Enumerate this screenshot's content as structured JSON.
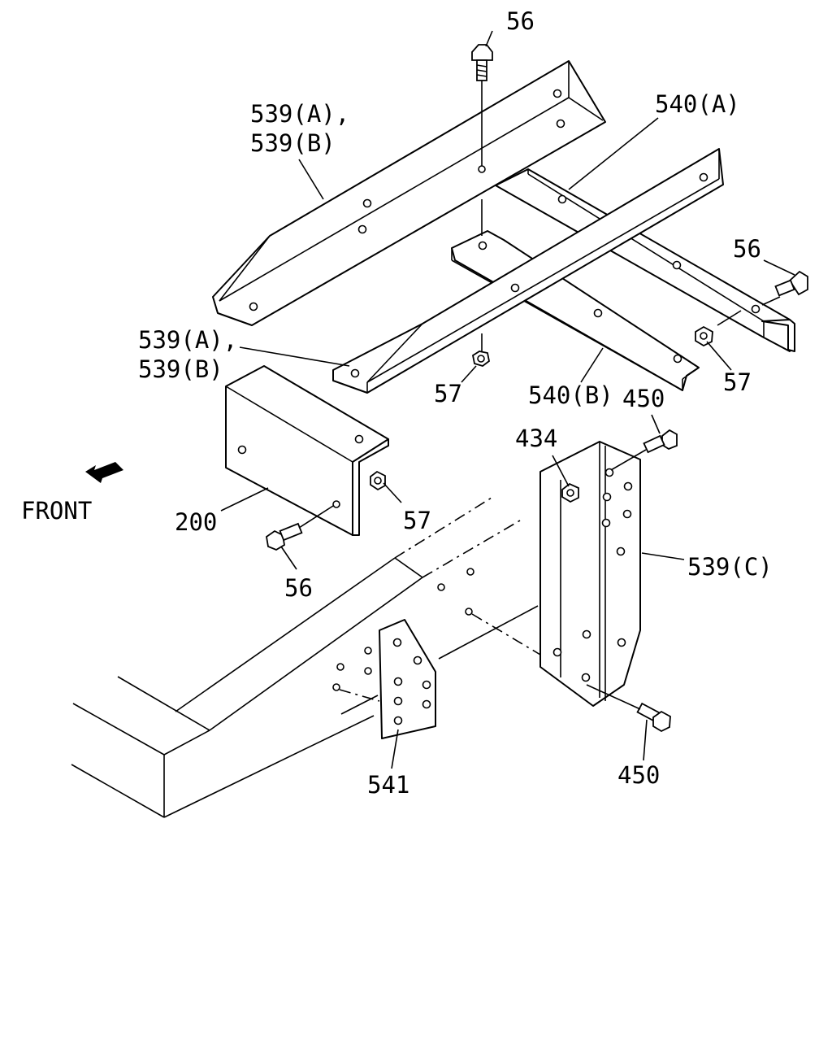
{
  "diagram": {
    "front_label": "FRONT",
    "callouts": {
      "c56_top": "56",
      "c539ab_upper_1": "539(A),",
      "c539ab_upper_2": "539(B)",
      "c540a": "540(A)",
      "c56_right": "56",
      "c539ab_lower_1": "539(A),",
      "c539ab_lower_2": "539(B)",
      "c57_center": "57",
      "c540b": "540(B)",
      "c57_right": "57",
      "c450_top": "450",
      "c434": "434",
      "c200": "200",
      "c57_left": "57",
      "c539c": "539(C)",
      "c56_bottom": "56",
      "c541": "541",
      "c450_bottom": "450"
    }
  }
}
